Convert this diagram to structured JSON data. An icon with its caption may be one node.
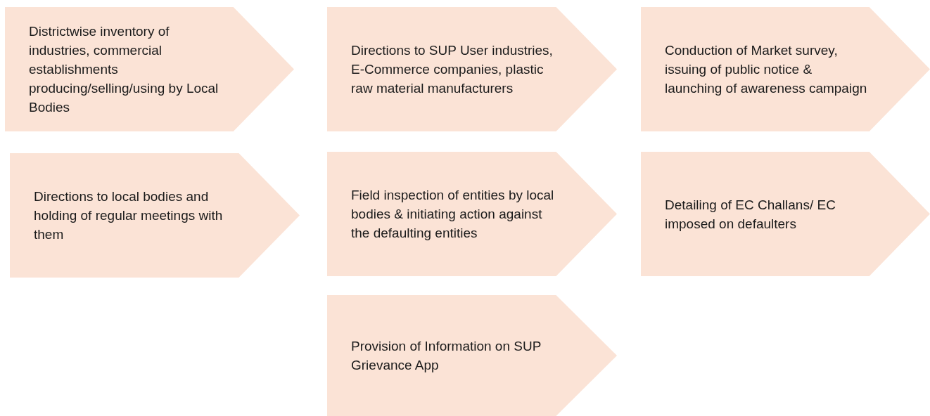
{
  "diagram": {
    "nodes": [
      {
        "text": [
          "Districtwise inventory of industries, commercial establishments producing/selling/using by Local Bodies"
        ]
      },
      {
        "text": [
          "Directions to SUP User industries, E-Commerce companies, plastic raw material manufacturers"
        ]
      },
      {
        "text": [
          "Conduction of Market survey, issuing of public notice & launching of awareness campaign"
        ]
      },
      {
        "text": [
          "Directions to local bodies and holding of regular meetings with them"
        ]
      },
      {
        "text": [
          "Field inspection of entities by local bodies & initiating action against the defaulting entities"
        ]
      },
      {
        "text": [
          "Detailing of EC Challans/ EC imposed on defaulters"
        ]
      },
      {
        "text": [
          "Provision of Information on SUP Grievance App"
        ]
      }
    ]
  }
}
